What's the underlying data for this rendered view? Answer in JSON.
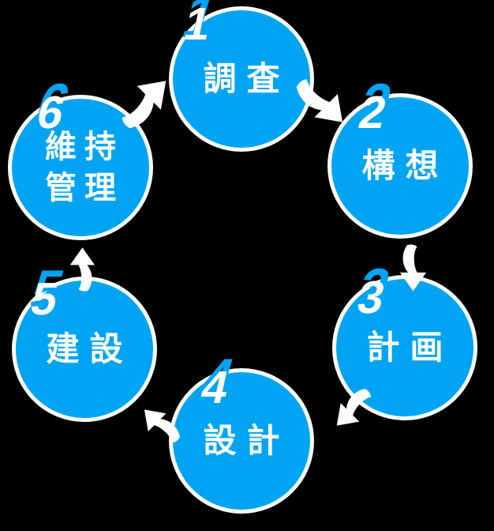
{
  "diagram": {
    "type": "cycle",
    "background_color": "#000000",
    "circle_fill_color": "#00A4F2",
    "circle_border_color": "#FFFFFF",
    "label_text_color": "#FFFFFF",
    "number_text_color": "#FFFFFF",
    "number_shadow_color": "#00A4F2",
    "arrow_color": "#FFFFFF",
    "steps": [
      {
        "number": "1",
        "label": "調査",
        "lines": [
          "調査"
        ]
      },
      {
        "number": "2",
        "label": "構想",
        "lines": [
          "構想"
        ]
      },
      {
        "number": "3",
        "label": "計画",
        "lines": [
          "計画"
        ]
      },
      {
        "number": "4",
        "label": "設計",
        "lines": [
          "設計"
        ]
      },
      {
        "number": "5",
        "label": "建設",
        "lines": [
          "建設"
        ]
      },
      {
        "number": "6",
        "label": "維持管理",
        "lines": [
          "維持",
          "管理"
        ]
      }
    ],
    "arrows": [
      {
        "from": "1",
        "to": "2",
        "direction": "southeast"
      },
      {
        "from": "2",
        "to": "3",
        "direction": "south"
      },
      {
        "from": "3",
        "to": "4",
        "direction": "southwest"
      },
      {
        "from": "4",
        "to": "5",
        "direction": "northwest"
      },
      {
        "from": "5",
        "to": "6",
        "direction": "north"
      },
      {
        "from": "6",
        "to": "1",
        "direction": "northeast"
      }
    ]
  }
}
